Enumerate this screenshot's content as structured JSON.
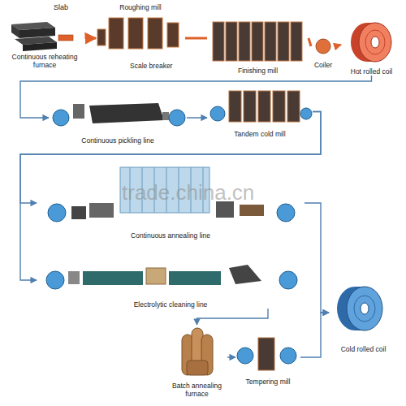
{
  "diagram": {
    "nodes": [
      {
        "text": [
          "Continuous reheating furnace"
        ]
      },
      {
        "text": [
          "Roughing mill"
        ]
      },
      {
        "text": [
          "Finishing mill"
        ]
      },
      {
        "text": [
          "Coiler"
        ]
      },
      {
        "text": [
          "Hot rolled coil"
        ]
      },
      {
        "text": [
          "Continuous pickling line"
        ]
      },
      {
        "text": [
          "Tandem cold mill"
        ]
      },
      {
        "text": [
          "Continuous annealing line"
        ]
      },
      {
        "text": [
          "Electrolytic cleaning line"
        ]
      },
      {
        "text": [
          "Batch annealing furnace"
        ]
      },
      {
        "text": [
          "Tempering mill"
        ]
      },
      {
        "text": [
          "Cold rolled coil"
        ]
      }
    ],
    "edges": [
      {
        "from": 0,
        "to": 1,
        "arrow": "to"
      },
      {
        "from": 1,
        "to": 2,
        "arrow": "none"
      },
      {
        "from": 2,
        "to": 3,
        "arrow": "none"
      },
      {
        "from": 3,
        "to": 4,
        "arrow": "to"
      },
      {
        "from": 4,
        "to": 5,
        "arrow": "to"
      },
      {
        "from": 5,
        "to": 6,
        "arrow": "to"
      },
      {
        "from": 6,
        "to": 7,
        "arrow": "to"
      },
      {
        "from": 6,
        "to": 8,
        "arrow": "to"
      },
      {
        "from": 7,
        "to": 11,
        "arrow": "to"
      },
      {
        "from": 8,
        "to": 9,
        "arrow": "to"
      },
      {
        "from": 9,
        "to": 10,
        "arrow": "to"
      },
      {
        "from": 10,
        "to": 11,
        "arrow": "to"
      }
    ],
    "labels": [
      "Slab",
      "Scale breaker",
      "trade.china.cn"
    ]
  }
}
